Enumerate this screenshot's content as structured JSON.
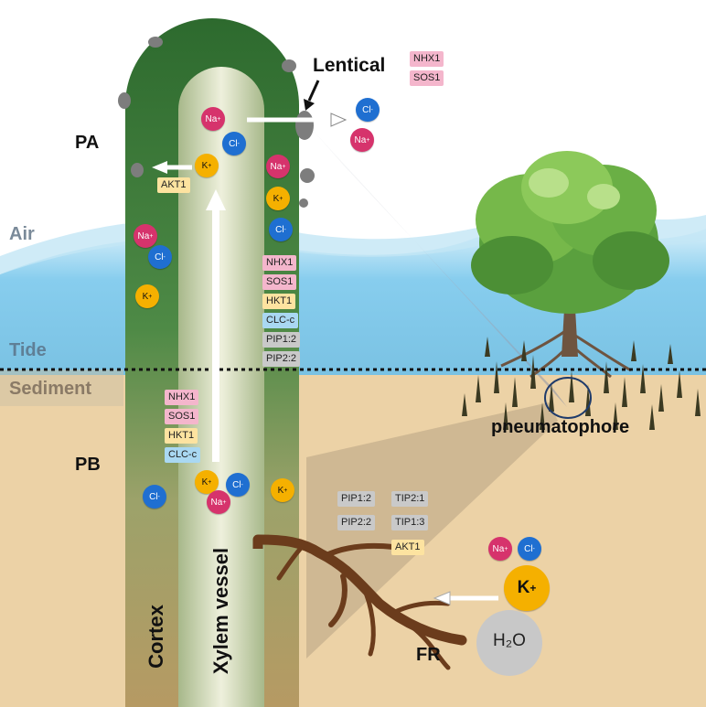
{
  "zones": {
    "air": "Air",
    "tide": "Tide",
    "sediment": "Sediment"
  },
  "labels": {
    "pa": "PA",
    "pb": "PB",
    "lentical": "Lentical",
    "pneumatophore": "pneumatophore",
    "fr": "FR",
    "cortex": "Cortex",
    "xylem": "Xylem vessel",
    "water": "H₂O"
  },
  "ions": {
    "na": "Na",
    "cl": "Cl",
    "k": "K",
    "plus": "+",
    "minus": "-"
  },
  "genes": {
    "nhx1": "NHX1",
    "sos1": "SOS1",
    "akt1": "AKT1",
    "hkt1": "HKT1",
    "clcc": "CLC-c",
    "pip12": "PIP1:2",
    "pip22": "PIP2:2",
    "tip21": "TIP2:1",
    "tip13": "TIP1:3"
  },
  "colors": {
    "na": "#d6336c",
    "cl": "#1f6fd1",
    "k": "#f5b000",
    "cortex_top": "#2f6b30",
    "sediment": "#ecd2a6",
    "water": "#8fd1ee"
  }
}
